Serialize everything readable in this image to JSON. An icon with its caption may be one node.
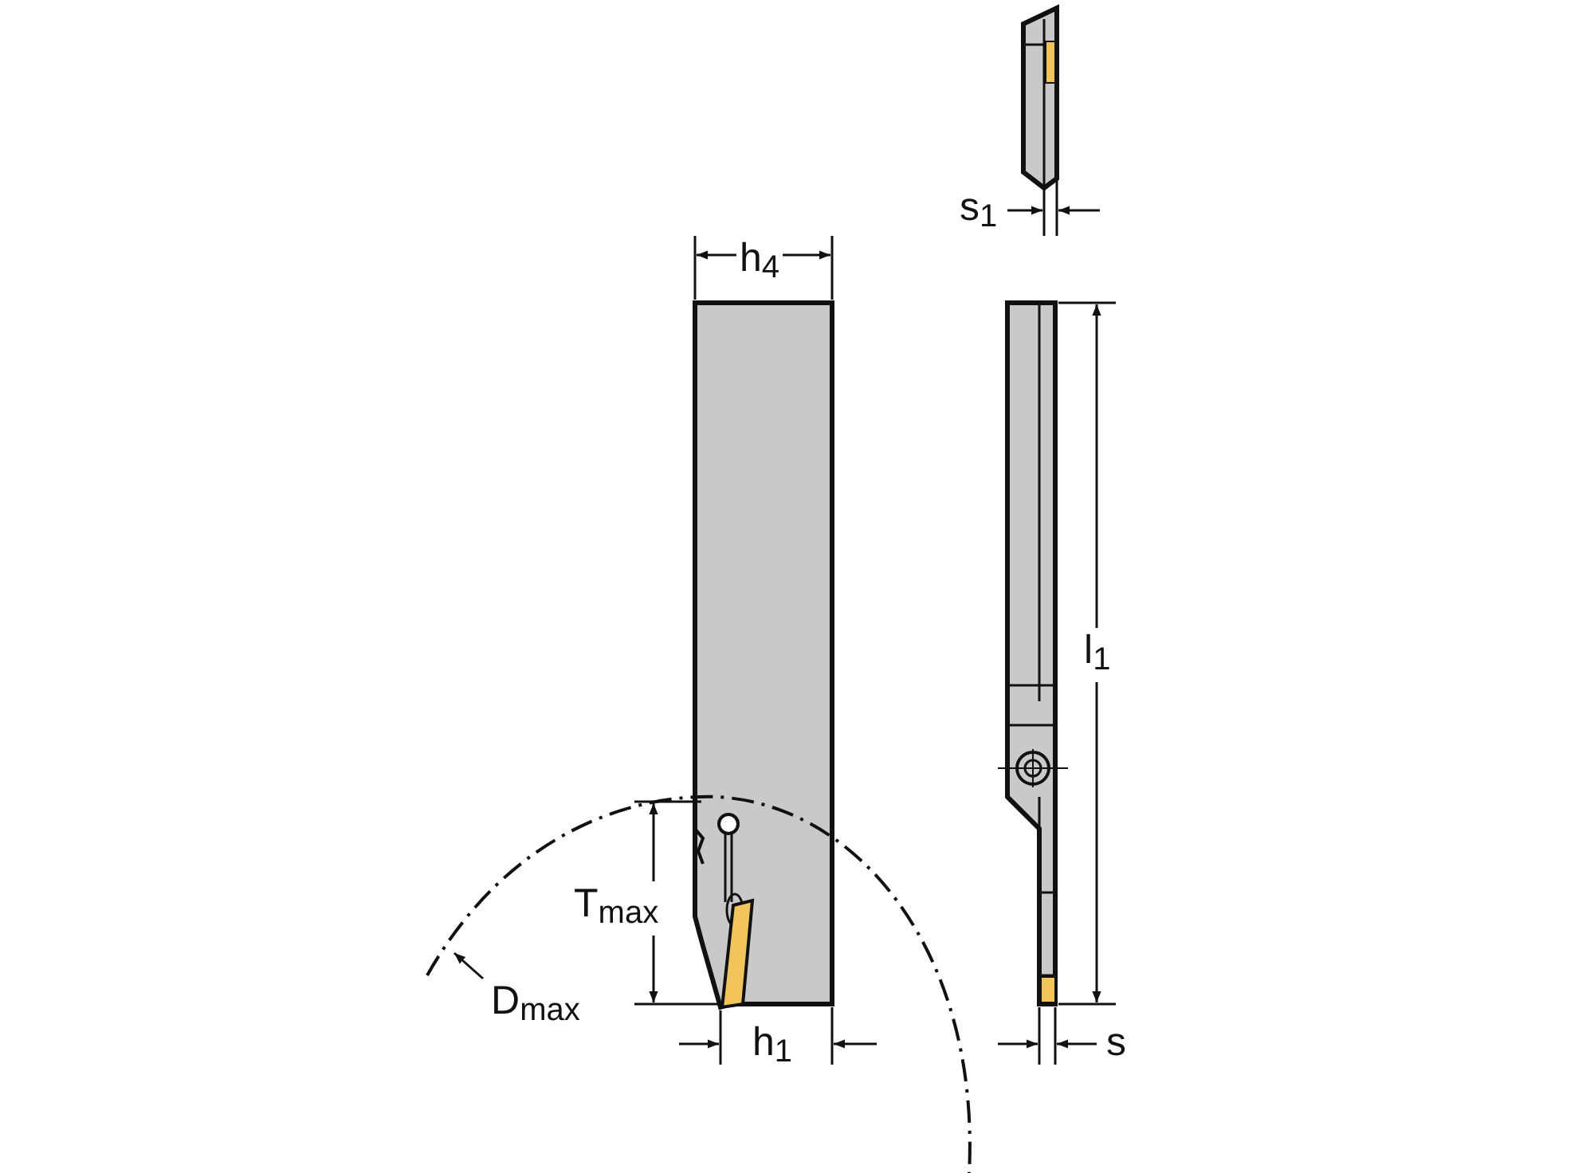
{
  "diagram": {
    "labels": [
      "s$_{1}$",
      "h$_{4}$",
      "l$_{1}$",
      "T$_{max}$",
      "D$_{max}$",
      "h$_{1}$",
      "s"
    ]
  }
}
